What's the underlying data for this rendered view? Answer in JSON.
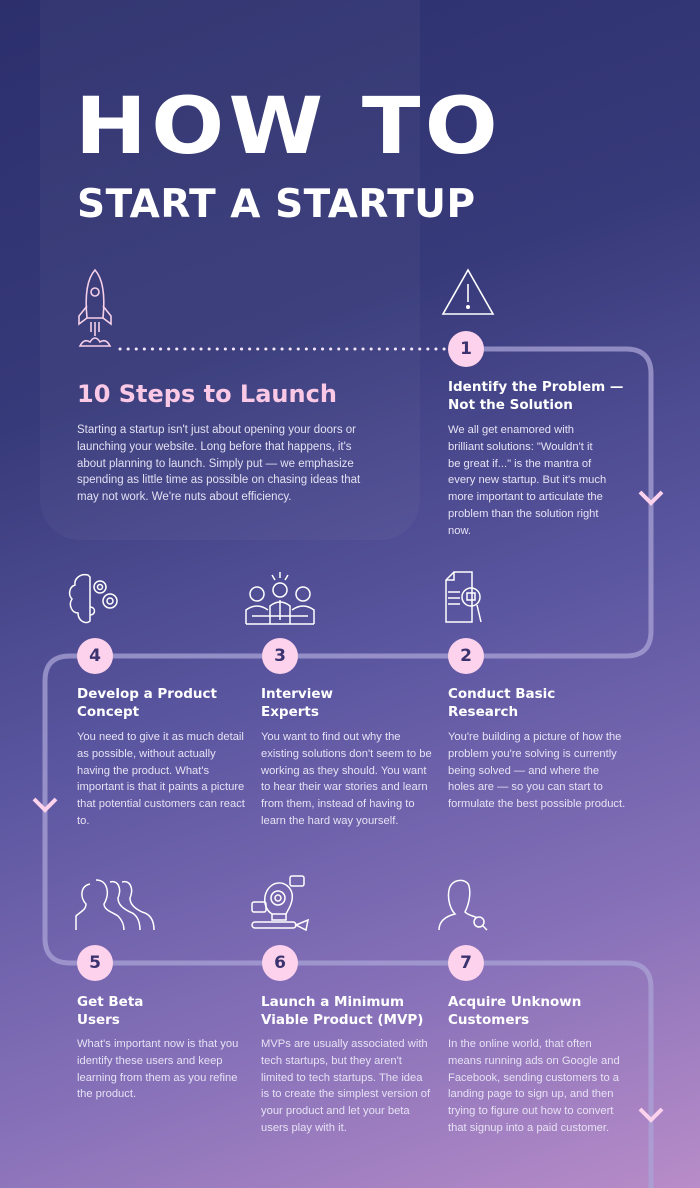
{
  "header": {
    "title_line1": "HOW TO",
    "title_line2": "START A STARTUP"
  },
  "intro": {
    "title": "10 Steps to Launch",
    "body": "Starting a startup isn't just about opening your doors or launching your website. Long before that happens, it's about planning to launch. Simply put — we emphasize spending as little time as possible on chasing ideas that may not work. We're nuts about efficiency."
  },
  "colors": {
    "accent_pink": "#fdd2ec",
    "title_pink": "#fbc9e6",
    "number_text": "#3a336f",
    "path": "#a9a3d6"
  },
  "steps": [
    {
      "number": "1",
      "title": "Identify the Problem — Not the Solution",
      "body": "We all get enamored with brilliant solutions: \"Wouldn't it be great if...\" is the mantra of every new startup. But it's much more important to articulate the problem than the solution right now.",
      "icon": "warning-triangle-icon"
    },
    {
      "number": "2",
      "title": "Conduct Basic Research",
      "body": "You're building a picture of how the problem you're solving is currently being solved — and where the holes are — so you can start to formulate the best possible product.",
      "icon": "document-search-icon"
    },
    {
      "number": "3",
      "title": "Interview Experts",
      "body": "You want to find out why the existing solutions don't seem to be working as they should. You want to hear their war stories and learn from them, instead of having to learn the hard way yourself.",
      "icon": "team-meeting-icon"
    },
    {
      "number": "4",
      "title": "Develop a Product Concept",
      "body": "You need to give it as much detail as possible, without actually having the product. What's important is that it paints a picture that potential customers can react to.",
      "icon": "brain-gears-icon"
    },
    {
      "number": "5",
      "title": "Get Beta Users",
      "body": "What's important now is that you identify these users and keep learning from them as you refine the product.",
      "icon": "users-group-icon"
    },
    {
      "number": "6",
      "title": "Launch a Minimum Viable Product (MVP)",
      "body": "MVPs are usually associated with tech startups, but they aren't limited to tech startups. The idea is to create the simplest version of your product and let your beta users play with it.",
      "icon": "lightbulb-idea-icon"
    },
    {
      "number": "7",
      "title": "Acquire Unknown Customers",
      "body": "In the online world, that often means running ads on Google and Facebook, sending customers to a landing page to sign up, and then trying to figure out how to convert that signup into a paid customer.",
      "icon": "user-search-icon"
    }
  ]
}
